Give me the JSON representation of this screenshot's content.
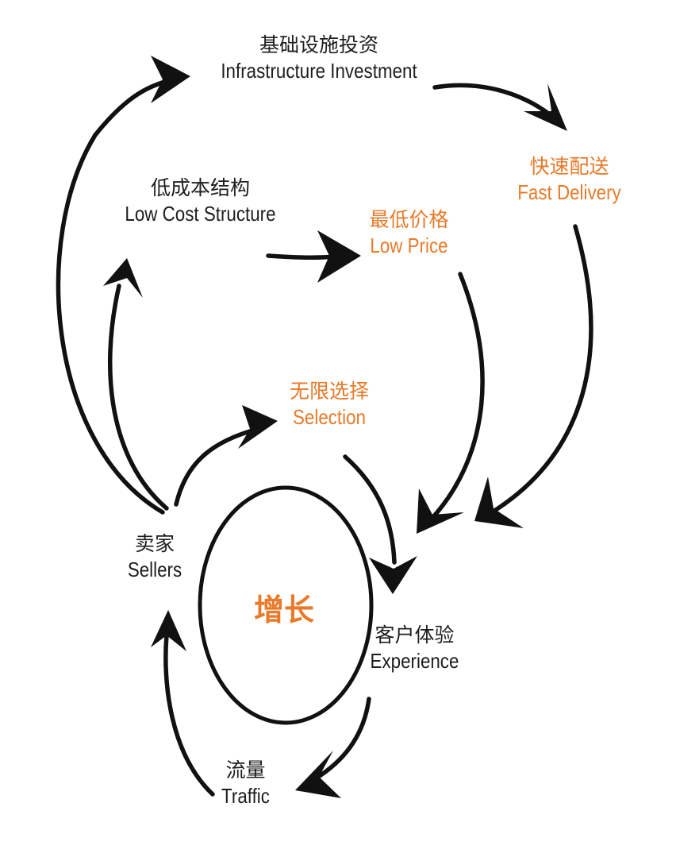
{
  "colors": {
    "text": "#1e1e1e",
    "accent": "#e87a2a",
    "line": "#111111"
  },
  "center": {
    "label": "增长"
  },
  "nodes": {
    "infrastructure": {
      "zh": "基础设施投资",
      "en": "Infrastructure Investment"
    },
    "fast_delivery": {
      "zh": "快速配送",
      "en": "Fast Delivery"
    },
    "low_cost": {
      "zh": "低成本结构",
      "en": "Low Cost Structure"
    },
    "low_price": {
      "zh": "最低价格",
      "en": "Low Price"
    },
    "selection": {
      "zh": "无限选择",
      "en": "Selection"
    },
    "sellers": {
      "zh": "卖家",
      "en": "Sellers"
    },
    "experience": {
      "zh": "客户体验",
      "en": "Experience"
    },
    "traffic": {
      "zh": "流量",
      "en": "Traffic"
    }
  },
  "edges": [
    {
      "from": "sellers",
      "to": "infrastructure"
    },
    {
      "from": "infrastructure",
      "to": "fast_delivery"
    },
    {
      "from": "sellers",
      "to": "low_cost"
    },
    {
      "from": "low_cost",
      "to": "low_price"
    },
    {
      "from": "sellers",
      "to": "selection"
    },
    {
      "from": "low_price",
      "to": "experience"
    },
    {
      "from": "fast_delivery",
      "to": "experience"
    },
    {
      "from": "selection",
      "to": "experience"
    },
    {
      "from": "experience",
      "to": "traffic"
    },
    {
      "from": "traffic",
      "to": "sellers"
    }
  ]
}
